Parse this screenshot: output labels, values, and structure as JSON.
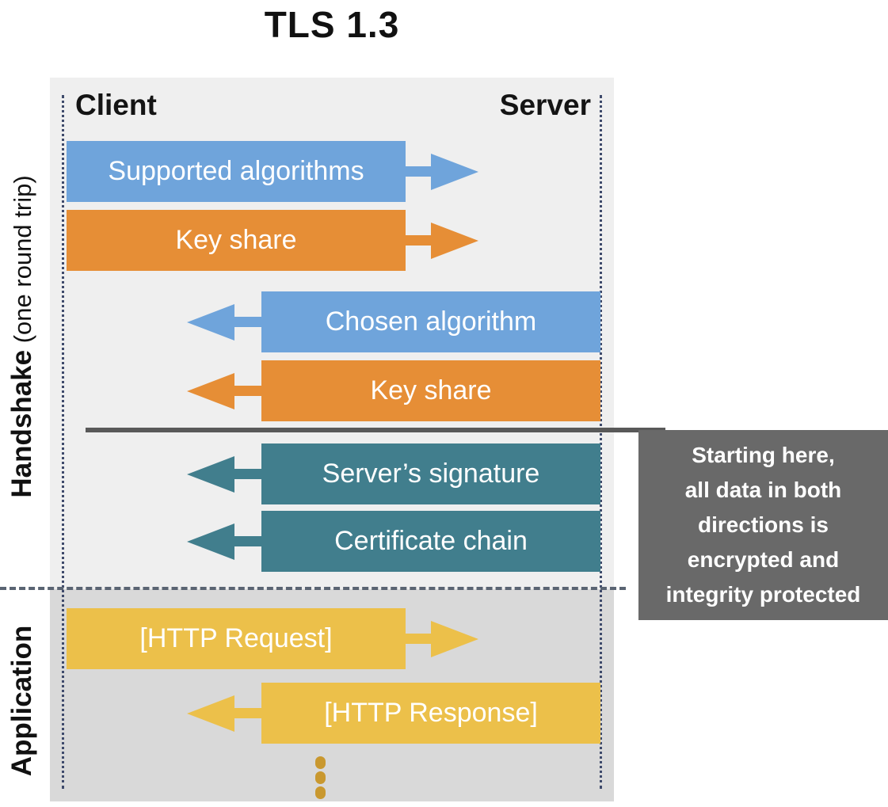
{
  "title": "TLS 1.3",
  "actors": {
    "client": "Client",
    "server": "Server"
  },
  "sections": {
    "handshake": {
      "label_bold": "Handshake",
      "label_normal": " (one round trip)"
    },
    "application": {
      "label": "Application"
    }
  },
  "messages": [
    {
      "label": "Supported algorithms",
      "direction": "right",
      "from": "client",
      "to": "server",
      "color": "#6FA4DB"
    },
    {
      "label": "Key share",
      "direction": "right",
      "from": "client",
      "to": "server",
      "color": "#E68E36"
    },
    {
      "label": "Chosen algorithm",
      "direction": "left",
      "from": "server",
      "to": "client",
      "color": "#6FA4DB"
    },
    {
      "label": "Key share",
      "direction": "left",
      "from": "server",
      "to": "client",
      "color": "#E68E36"
    },
    {
      "label": "Server’s signature",
      "direction": "left",
      "from": "server",
      "to": "client",
      "color": "#417E8D"
    },
    {
      "label": "Certificate chain",
      "direction": "left",
      "from": "server",
      "to": "client",
      "color": "#417E8D"
    },
    {
      "label": "[HTTP Request]",
      "direction": "right",
      "from": "client",
      "to": "server",
      "color": "#ECC04A"
    },
    {
      "label": "[HTTP Response]",
      "direction": "left",
      "from": "server",
      "to": "client",
      "color": "#ECC04A"
    }
  ],
  "callout": {
    "lines": [
      "Starting here,",
      "all data in both",
      "directions is",
      "encrypted and",
      "integrity protected"
    ],
    "background": "#696969",
    "text_color": "#FFFFFF"
  },
  "colors": {
    "panel_background": "#EFEFEF",
    "application_background": "#D9D9D9",
    "blue": "#6FA4DB",
    "orange": "#E68E36",
    "teal": "#417E8D",
    "yellow": "#ECC04A",
    "divider_line": "#595959",
    "dotted_lifeline": "#3E4A6B",
    "ellipsis_dots": "#C9982F"
  },
  "ellipsis": "more application data continues"
}
